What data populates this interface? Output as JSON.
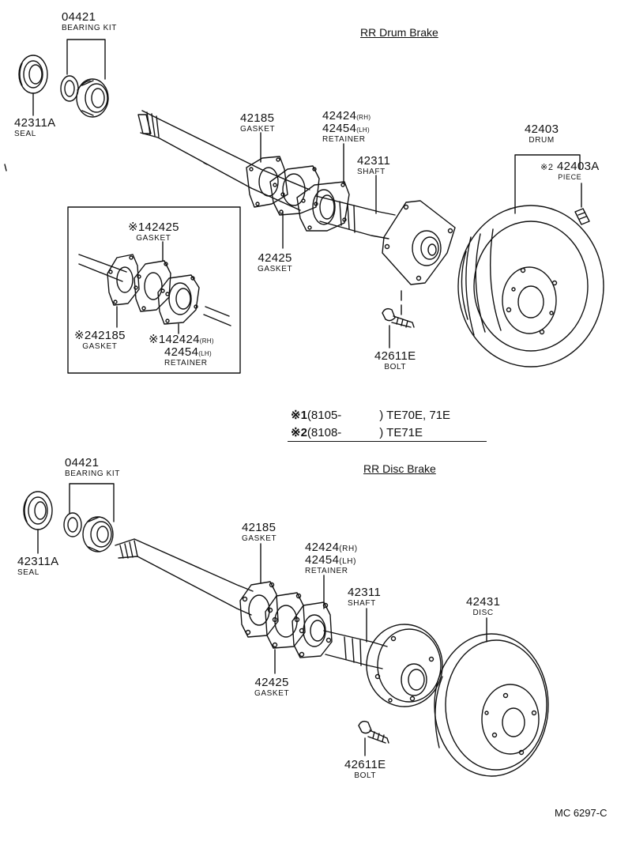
{
  "drum_section": {
    "title": "RR Drum Brake",
    "bearing_kit": {
      "num": "04421",
      "name": "BEARING KIT"
    },
    "seal": {
      "num": "42311A",
      "name": "SEAL"
    },
    "gasket_outer": {
      "num": "42185",
      "name": "GASKET"
    },
    "retainer": {
      "num_rh": "42424",
      "rh": "(RH)",
      "num_lh": "42454",
      "lh": "(LH)",
      "name": "RETAINER"
    },
    "shaft": {
      "num": "42311",
      "name": "SHAFT"
    },
    "drum": {
      "num": "42403",
      "name": "DRUM"
    },
    "piece": {
      "mark": "※2",
      "num": "42403A",
      "name": "PIECE"
    },
    "gasket_inner": {
      "num": "42425",
      "name": "GASKET"
    },
    "bolt": {
      "num": "42611E",
      "name": "BOLT"
    },
    "inset": {
      "gasket_top": {
        "mark": "※1",
        "num": "42425",
        "name": "GASKET"
      },
      "gasket_left": {
        "mark": "※2",
        "num": "42185",
        "name": "GASKET"
      },
      "retainer": {
        "mark": "※1",
        "num_rh": "42424",
        "rh": "(RH)",
        "num_lh": "42454",
        "lh": "(LH)",
        "name": "RETAINER"
      }
    }
  },
  "notes": [
    {
      "mark": "※1",
      "range": "(8105-",
      "models": ") TE70E, 71E"
    },
    {
      "mark": "※2",
      "range": "(8108-",
      "models": ") TE71E"
    }
  ],
  "disc_section": {
    "title": "RR Disc Brake",
    "bearing_kit": {
      "num": "04421",
      "name": "BEARING KIT"
    },
    "seal": {
      "num": "42311A",
      "name": "SEAL"
    },
    "gasket_outer": {
      "num": "42185",
      "name": "GASKET"
    },
    "retainer": {
      "num_rh": "42424",
      "rh": "(RH)",
      "num_lh": "42454",
      "lh": "(LH)",
      "name": "RETAINER"
    },
    "shaft": {
      "num": "42311",
      "name": "SHAFT"
    },
    "disc": {
      "num": "42431",
      "name": "DISC"
    },
    "gasket_inner": {
      "num": "42425",
      "name": "GASKET"
    },
    "bolt": {
      "num": "42611E",
      "name": "BOLT"
    }
  },
  "catalog_ref": "MC 6297-C"
}
